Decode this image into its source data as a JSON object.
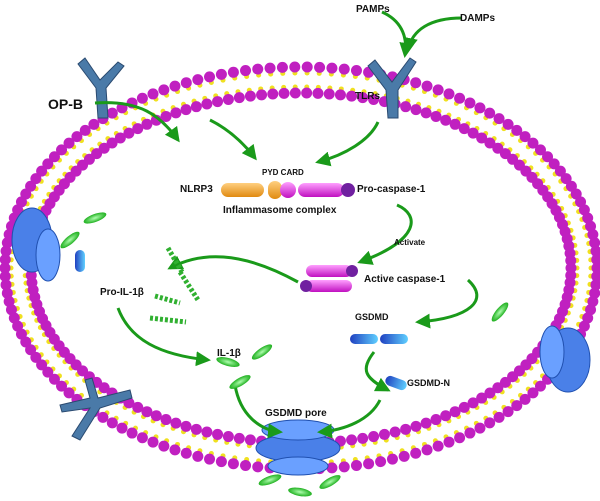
{
  "labels": {
    "pamps": "PAMPs",
    "damps": "DAMPs",
    "tlrs": "TLRs",
    "opb": "OP-B",
    "pyd_card": "PYD CARD",
    "nlrp3": "NLRP3",
    "pro_caspase": "Pro-caspase-1",
    "inflammasome": "Inflammasome complex",
    "activate": "Activate",
    "active_caspase": "Active caspase-1",
    "pro_il1b": "Pro-IL-1β",
    "gsdmd": "GSDMD",
    "il1b": "IL-1β",
    "gsdmd_n": "GSDMD-N",
    "gsdmd_pore": "GSDMD pore"
  },
  "colors": {
    "lipid_head": "#c020c0",
    "lipid_tail": "#f0e020",
    "arrow": "#1a9a1a",
    "receptor": "#4a7aa8",
    "pore": "#4a80e8",
    "il1b": "#40d040",
    "nlrp3": "#f0a030",
    "caspase": "#e040e0"
  }
}
